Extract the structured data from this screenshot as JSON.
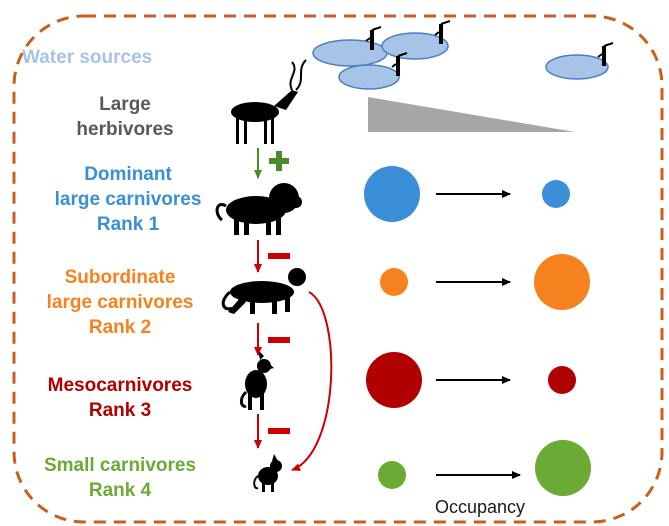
{
  "colors": {
    "border": "#c8601d",
    "water": "#a8c3e8",
    "herbivore": "#595959",
    "rank1": "#3a8fd6",
    "rank2": "#f5821f",
    "rank3": "#b00000",
    "rank4": "#6aaa35",
    "plus": "#4c8b2b",
    "minus": "#cc0000",
    "gradient": "#a6a6a6"
  },
  "labels": {
    "water_sources": "Water sources",
    "large_herbivores": [
      "Large",
      "herbivores"
    ],
    "dominant": [
      "Dominant",
      "large carnivores",
      "Rank 1"
    ],
    "subordinate": [
      "Subordinate",
      "large carnivores",
      "Rank 2"
    ],
    "meso": [
      "Mesocarnivores",
      "Rank 3"
    ],
    "small": [
      "Small carnivores",
      "Rank 4"
    ],
    "occupancy": "Occupancy"
  },
  "icons": {
    "water_pump": "water-pump-icon",
    "kudu": "kudu-icon",
    "lion": "lion-icon",
    "leopard": "leopard-icon",
    "jackal": "jackal-icon",
    "small_carnivore": "small-carnivore-icon"
  },
  "interactions": [
    {
      "from": "large_herbivores",
      "to": "dominant",
      "effect": "+"
    },
    {
      "from": "dominant",
      "to": "subordinate",
      "effect": "-"
    },
    {
      "from": "subordinate",
      "to": "meso",
      "effect": "-"
    },
    {
      "from": "meso",
      "to": "small",
      "effect": "-"
    },
    {
      "from": "subordinate",
      "to": "small",
      "effect": "-"
    }
  ],
  "occupancy_trend": [
    {
      "rank": "Rank 1",
      "near_water": "large",
      "far_from_water": "small"
    },
    {
      "rank": "Rank 2",
      "near_water": "small",
      "far_from_water": "large"
    },
    {
      "rank": "Rank 3",
      "near_water": "large",
      "far_from_water": "small"
    },
    {
      "rank": "Rank 4",
      "near_water": "small",
      "far_from_water": "large"
    }
  ]
}
